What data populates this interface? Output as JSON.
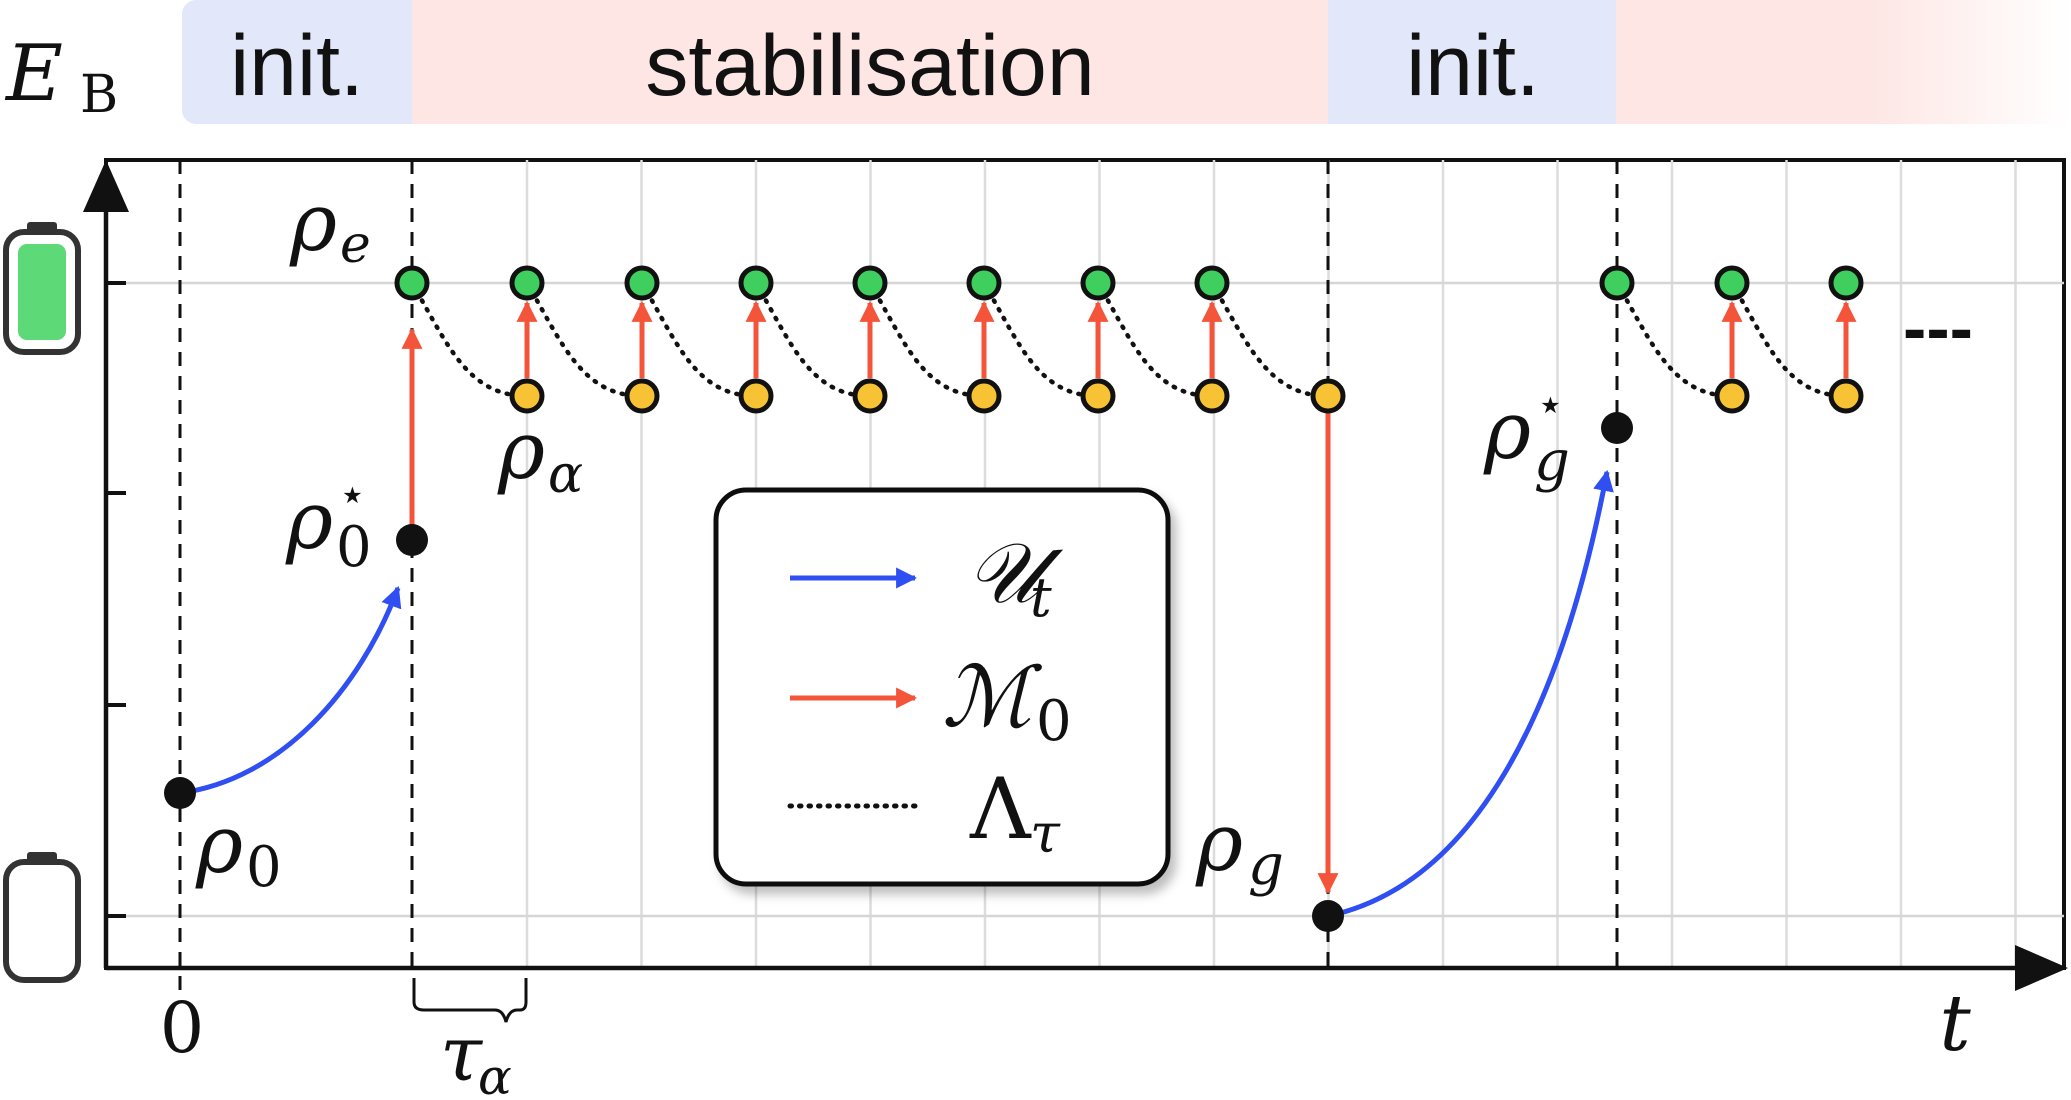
{
  "axis_labels": {
    "energy_E": "E",
    "energy_sub": "B",
    "time": "t",
    "origin": "0"
  },
  "phases": [
    {
      "label": "init.",
      "color": "#e2e8fa"
    },
    {
      "label": "stabilisation",
      "color": "#fde6e4"
    },
    {
      "label": "init.",
      "color": "#e2e8fa"
    },
    {
      "label": "",
      "color": "#fde6e4"
    }
  ],
  "state_labels": {
    "rho_e": {
      "base": "ρ",
      "sub": "e",
      "sup": ""
    },
    "rho_alpha": {
      "base": "ρ",
      "sub": "α",
      "sup": ""
    },
    "rho_0_star": {
      "base": "ρ",
      "sub": "0",
      "sup": "⋆"
    },
    "rho_0": {
      "base": "ρ",
      "sub": "0",
      "sup": ""
    },
    "rho_g": {
      "base": "ρ",
      "sub": "g",
      "sup": ""
    },
    "rho_g_star": {
      "base": "ρ",
      "sub": "g",
      "sup": "⋆"
    },
    "tau_alpha": {
      "base": "τ",
      "sub": "α",
      "sup": ""
    }
  },
  "legend": [
    {
      "symbol": "𝒰",
      "sub": "t",
      "style": "arrow",
      "color": "#2f4ff2"
    },
    {
      "symbol": "ℳ",
      "sub": "0",
      "style": "arrow",
      "color": "#f4543a"
    },
    {
      "symbol": "Λ",
      "sub": "τ",
      "style": "dotted",
      "color": "#111111"
    }
  ],
  "continuation": "---",
  "colors": {
    "excited_state": "#3fcf5e",
    "intermediate_state": "#f7c233",
    "ground_state": "#111111",
    "unitary": "#2f4ff2",
    "measurement": "#f4543a",
    "battery_full": "#5dd977"
  },
  "icons": [
    "battery-full-icon",
    "battery-empty-icon"
  ]
}
